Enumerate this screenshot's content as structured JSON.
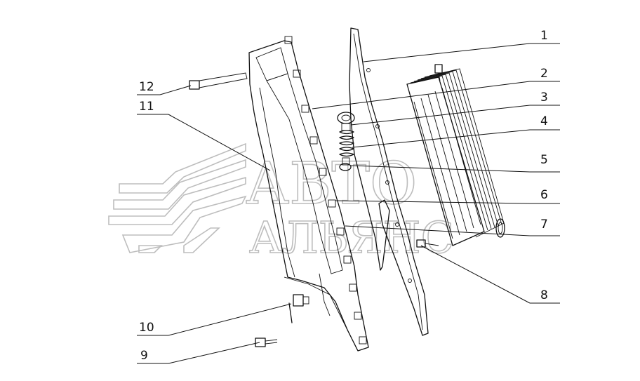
{
  "diagram": {
    "callouts": [
      {
        "id": "1",
        "label": "1"
      },
      {
        "id": "2",
        "label": "2"
      },
      {
        "id": "3",
        "label": "3"
      },
      {
        "id": "4",
        "label": "4"
      },
      {
        "id": "5",
        "label": "5"
      },
      {
        "id": "6",
        "label": "6"
      },
      {
        "id": "7",
        "label": "7"
      },
      {
        "id": "8",
        "label": "8"
      },
      {
        "id": "9",
        "label": "9"
      },
      {
        "id": "10",
        "label": "10"
      },
      {
        "id": "11",
        "label": "11"
      },
      {
        "id": "12",
        "label": "12"
      }
    ]
  },
  "watermark": {
    "line1": "АВТО",
    "line2": "АЛЬЯНС",
    "color": "#bdbdbd",
    "icon": "chevron-stripes-logo"
  },
  "colors": {
    "line": "#111111",
    "background": "#ffffff"
  }
}
